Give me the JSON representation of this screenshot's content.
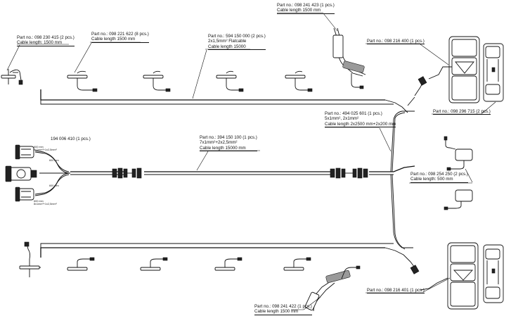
{
  "labels": {
    "p098230415": {
      "part": "Part no.: 098 230 415 (2 pcs.)",
      "cable": "Cable length: 1500 mm"
    },
    "p098221622": {
      "part": "Part no.: 098 221 622 (8 pcs.)",
      "cable": "Cable length 1500 mm"
    },
    "p594150000": {
      "part": "Part no.: 594 150 000 (2 pcs.)",
      "spec": "2x1,5mm² Flatcable",
      "cable": "Cable length 15000"
    },
    "p098241423": {
      "part": "Part no.: 098 241 423 (1 pcs.)",
      "cable": "Cable length 1500 mm"
    },
    "p098216400": {
      "part": "Part no.: 098 216 400 (1 pcs.)"
    },
    "p098296715": {
      "part": "Part no.: 098 296 715 (2 pcs.)"
    },
    "p494025601": {
      "part": "Part no.: 494 025 601 (1 pcs.)",
      "spec": "5x1mm², 2x1mm²",
      "cable": "Cable length 2x2500 mm+2x200 mm"
    },
    "p194006410": {
      "part": "194 006 410 (1 pcs.)"
    },
    "p394150100": {
      "part": "Part no.: 394 150 100 (1 pcs.)",
      "spec": "7x1mm²+2x2,5mm²",
      "cable": "Cable length 15000 mm"
    },
    "p098254250": {
      "part": "Part no.: 098 254 250 (2 pcs.)",
      "cable": "Cable length: 500 mm"
    },
    "p098216401": {
      "part": "Part no.: 098 216 401 (1 pcs.)"
    },
    "p098241422": {
      "part": "Part no.: 098 241 422 (1 pcs.)",
      "cable": "Cable length 1500 mm"
    }
  },
  "connector_notes": {
    "top": {
      "a": "600 mm",
      "b": "8x1mm²+1x2,5mm²"
    },
    "bottom": {
      "a": "600 mm",
      "b": "8x1mm²+1x2,5mm²"
    },
    "mid_top": "600 mm",
    "mid_bottom": "600 mm"
  },
  "colors": {
    "line": "#111111",
    "lamp_grey": "#9a9a9a",
    "background": "#ffffff"
  }
}
